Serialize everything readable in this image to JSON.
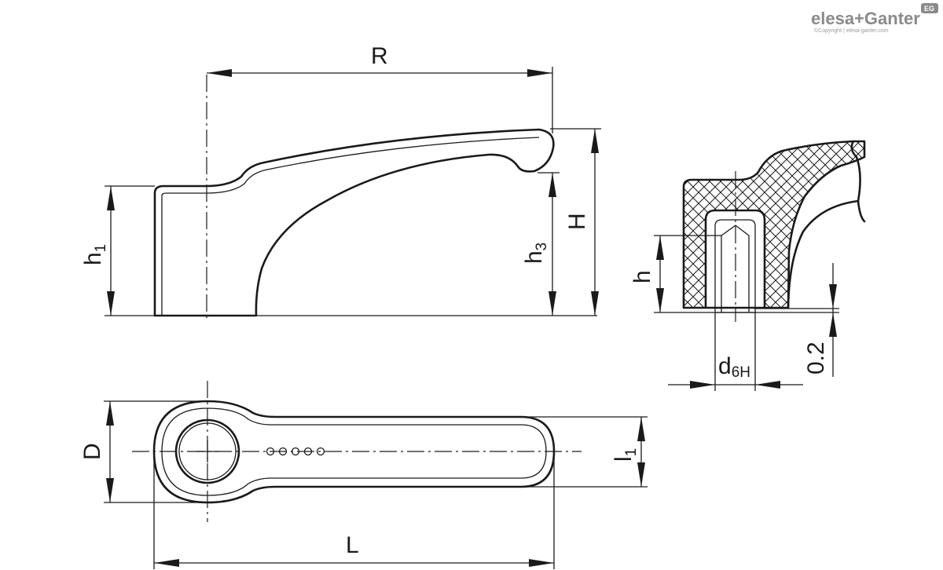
{
  "brand": {
    "logo_text": "elesa+Ganter",
    "badge_text": "EG",
    "copyright": "©Copyright | elesa-ganter.com",
    "logo_color": "#8a8a8a"
  },
  "labels": {
    "R": "R",
    "H": "H",
    "h1_main": "h",
    "h1_sub": "1",
    "h3_main": "h",
    "h3_sub": "3",
    "h": "h",
    "d_main": "d",
    "d_sub": "6H",
    "clearance": "0.2",
    "D": "D",
    "l1_main": "l",
    "l1_sub": "1",
    "L": "L"
  },
  "colors": {
    "line": "#1a1a1a",
    "background": "#ffffff"
  }
}
